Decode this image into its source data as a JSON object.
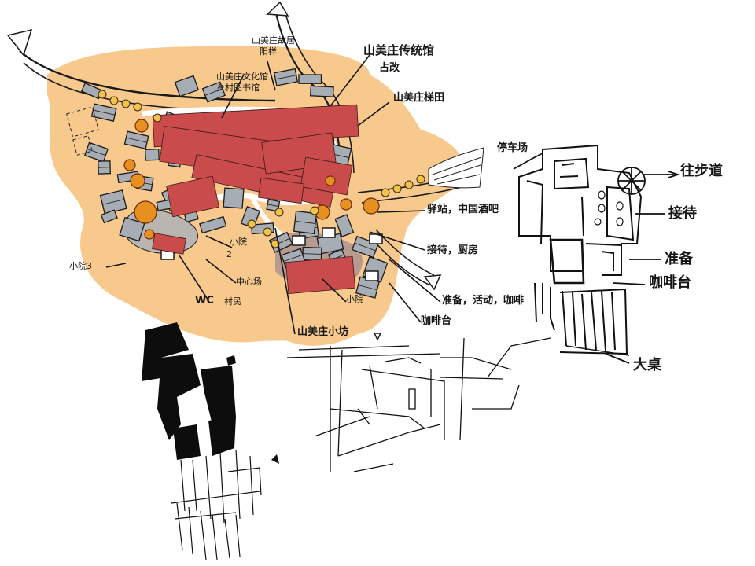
{
  "labels": {
    "village_hall": "山美庄文化馆",
    "rural_museum": "乡村图书馆",
    "house_memory": "山美庄故居",
    "house_memory_sub": "阳样",
    "homestay": "山美庄传统馆",
    "homestay_sub": "占改",
    "terrace_field": "山美庄梯田",
    "tea_shed": "停车场",
    "dining_bar": "驿站，中国酒吧",
    "reception_kitchen": "接待，厨房",
    "reception_events": "准备，活动，咖啡",
    "cafe": "咖啡台",
    "workshop": "山美庄小坊",
    "courtyard_3": "小院3",
    "courtyard_2": "小院",
    "courtyard_2_num": "2",
    "courtyard_1": "小院",
    "central_square": "中心场",
    "wc": "WC",
    "village_people": "村民",
    "to_trail": "往步道",
    "reception": "接待",
    "preparation": "准备",
    "cafe_counter": "咖啡台",
    "big_table": "大桌"
  },
  "colors": {
    "ground": "#f7c98c",
    "roof": "#a7adb4",
    "brick": "#c94b4b",
    "plaza": "#b9b5b1",
    "path": "#ffffff",
    "tree": "#e8901f",
    "ink": "#151515"
  }
}
